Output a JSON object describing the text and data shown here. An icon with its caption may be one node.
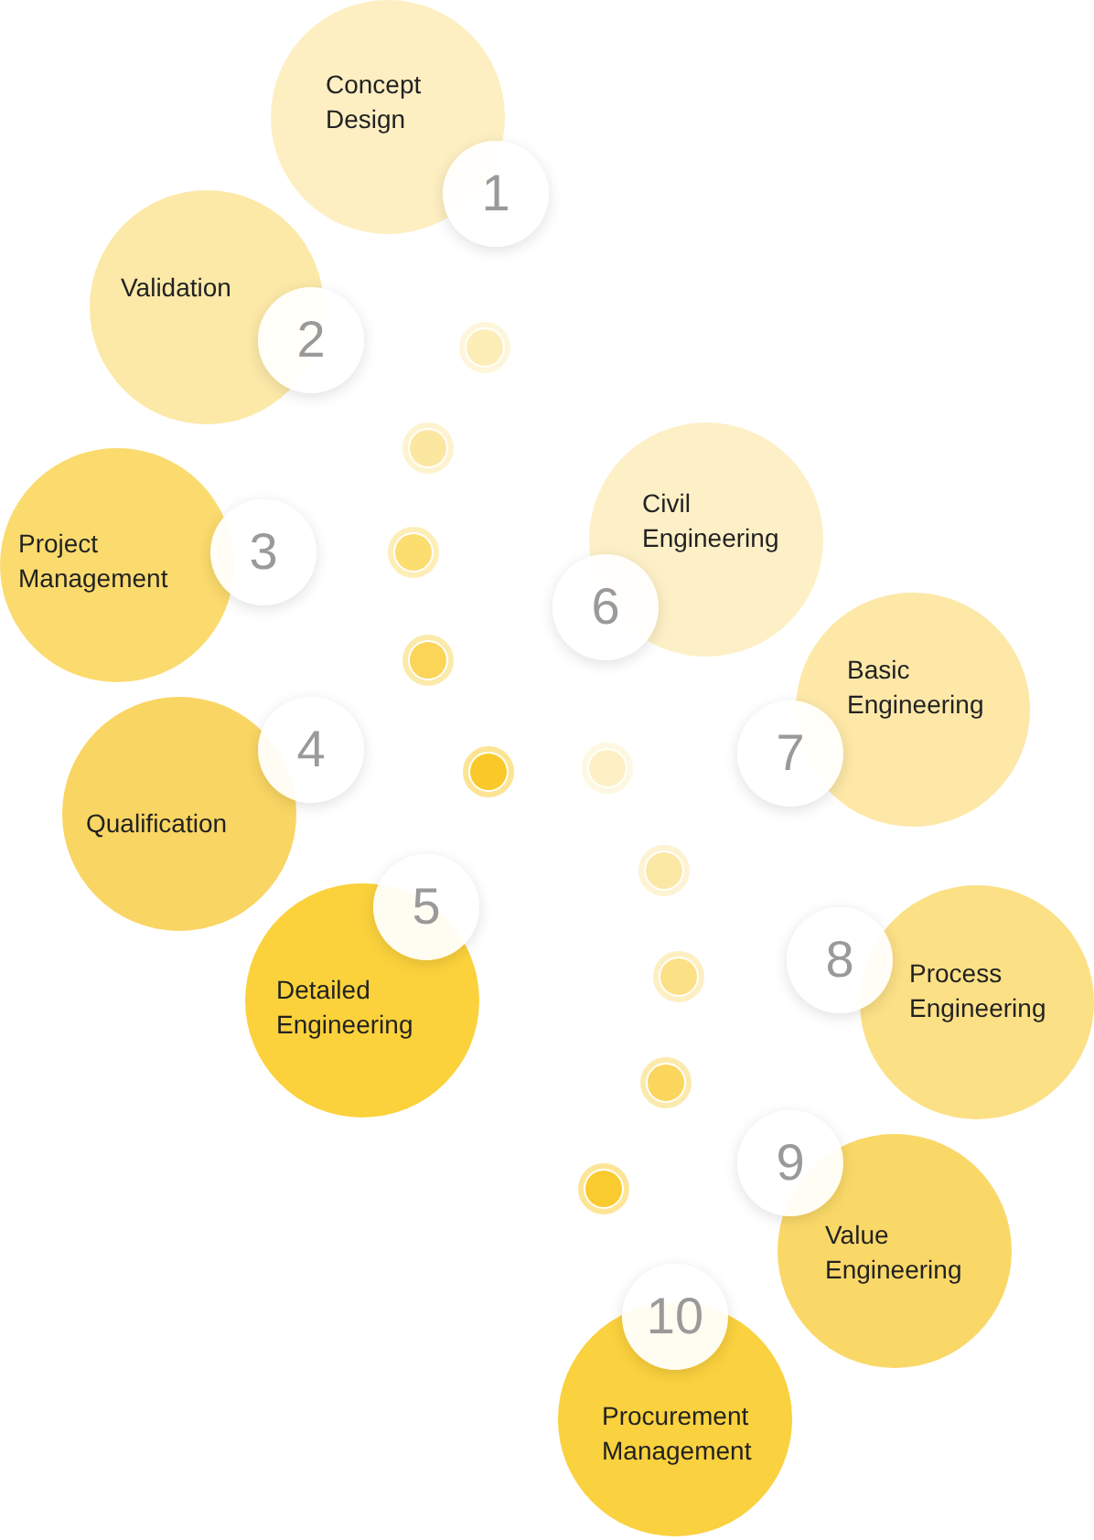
{
  "diagram": {
    "nodes": [
      {
        "text": [
          "Concept Design"
        ]
      },
      {
        "text": [
          "1"
        ]
      },
      {
        "text": [
          "Validation"
        ]
      },
      {
        "text": [
          "2"
        ]
      },
      {
        "text": [
          "Project Management"
        ]
      },
      {
        "text": [
          "3"
        ]
      },
      {
        "text": [
          "Qualification"
        ]
      },
      {
        "text": [
          "4"
        ]
      },
      {
        "text": [
          "5"
        ]
      },
      {
        "text": [
          "Detailed Engineering"
        ]
      },
      {
        "text": [
          "Civil Engineering"
        ]
      },
      {
        "text": [
          "6"
        ]
      },
      {
        "text": [
          "Basic Engineering"
        ]
      },
      {
        "text": [
          "7"
        ]
      },
      {
        "text": [
          "Process Engineering"
        ]
      },
      {
        "text": [
          "8"
        ]
      },
      {
        "text": [
          "Value Engineering"
        ]
      },
      {
        "text": [
          "9"
        ]
      },
      {
        "text": [
          "10"
        ]
      },
      {
        "text": [
          "Procurement Management"
        ]
      }
    ]
  }
}
